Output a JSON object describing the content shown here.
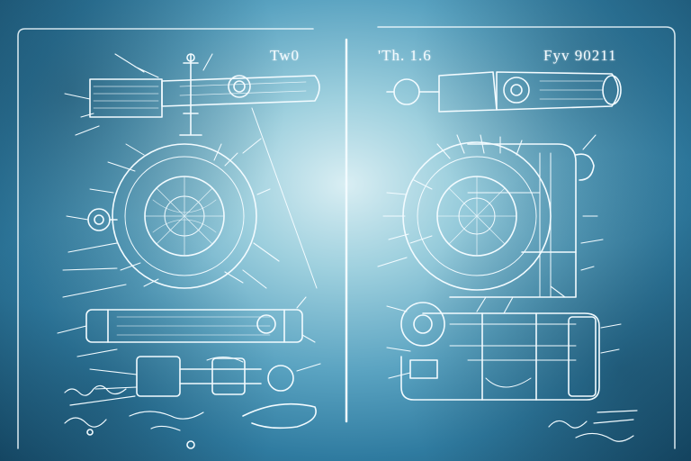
{
  "labels": {
    "left": "Tw0",
    "middle": "'Th. 1.6",
    "right": "Fyv 90211"
  },
  "colors": {
    "line": "#f2fbff",
    "background_center": "#d9eef3",
    "background_edge": "#154865"
  }
}
